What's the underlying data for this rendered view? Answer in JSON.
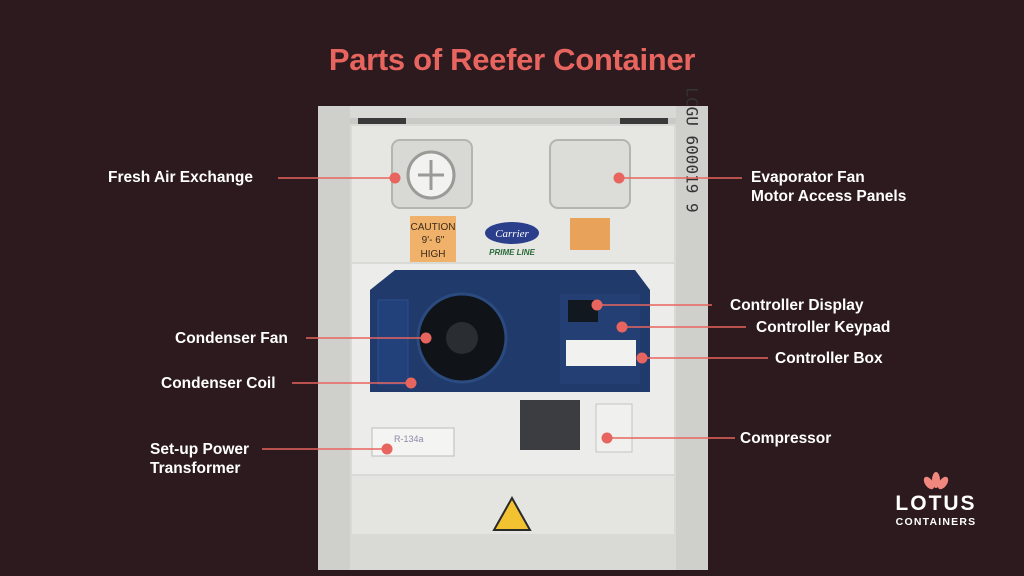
{
  "title": "Parts of Reefer Container",
  "colors": {
    "background": "#2c1a1e",
    "accent": "#e8655f",
    "text": "#ffffff",
    "unit_panel": "#1f3a6b"
  },
  "callouts": [
    {
      "id": "fresh-air-exchange",
      "label": "Fresh Air Exchange"
    },
    {
      "id": "evaporator-fan-motor-access-panels",
      "label": "Evaporator Fan\nMotor Access Panels"
    },
    {
      "id": "controller-display",
      "label": "Controller Display"
    },
    {
      "id": "controller-keypad",
      "label": "Controller Keypad"
    },
    {
      "id": "controller-box",
      "label": "Controller Box"
    },
    {
      "id": "condenser-fan",
      "label": "Condenser Fan"
    },
    {
      "id": "condenser-coil",
      "label": "Condenser Coil"
    },
    {
      "id": "compressor",
      "label": "Compressor"
    },
    {
      "id": "set-up-power-transformer",
      "label": "Set-up Power\nTransformer"
    }
  ],
  "container": {
    "caution_line1": "CAUTION",
    "caution_line2": "9'- 6\"",
    "caution_line3": "HIGH",
    "brand_logo": "Carrier",
    "brand_sub": "PRIME LINE",
    "side_id": "LCGU 600019 9",
    "refrigerant_tag": "R-134a",
    "warning_icon": "warning-triangle-icon"
  },
  "brand": {
    "name": "LOTUS",
    "tagline": "CONTAINERS",
    "icon": "lotus-flower-icon"
  }
}
